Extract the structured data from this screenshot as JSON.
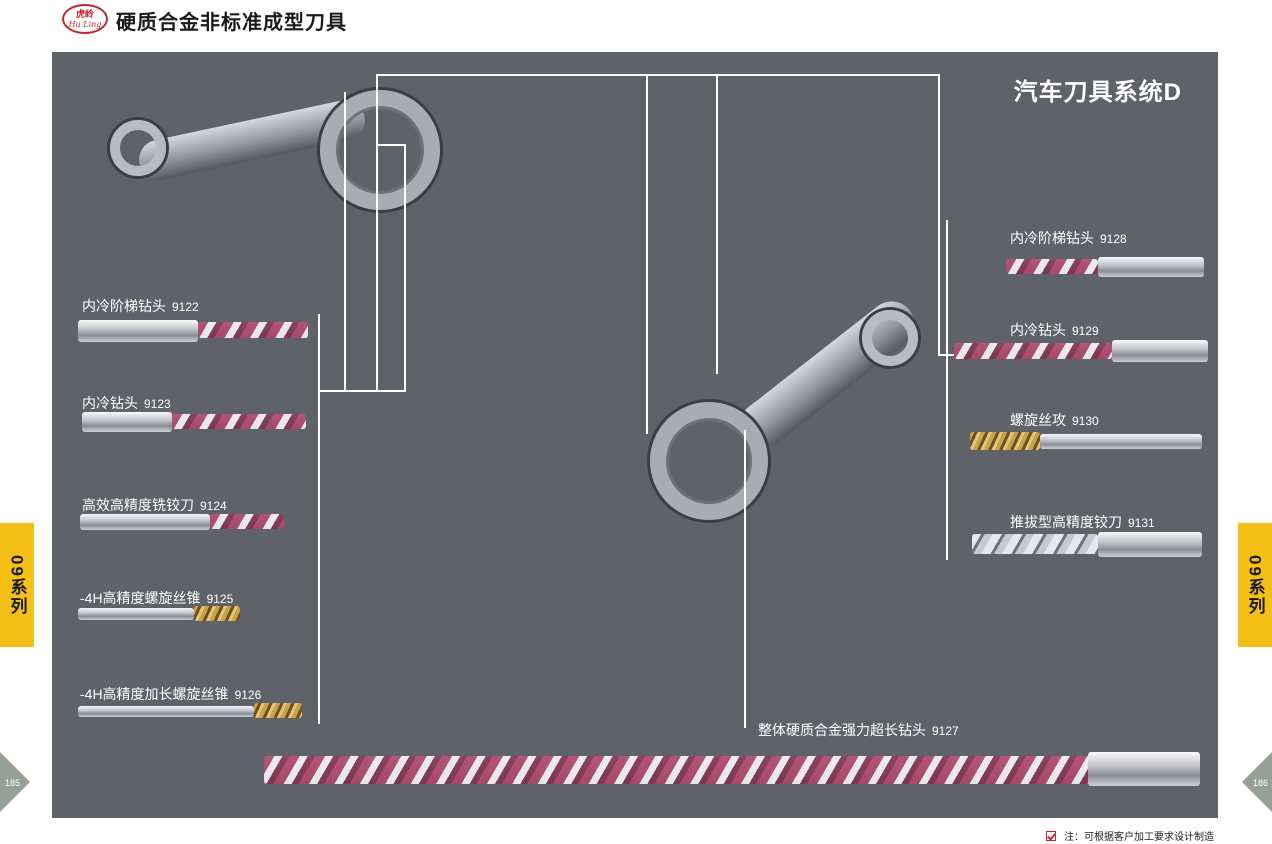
{
  "header": {
    "logo_line1": "虎岭",
    "logo_line2": "Hu Ling",
    "title": "硬质合金非标准成型刀具"
  },
  "panel": {
    "title": "汽车刀具系统D"
  },
  "tools_left": [
    {
      "name": "内冷阶梯钻头",
      "code": "9122"
    },
    {
      "name": "内冷钻头",
      "code": "9123"
    },
    {
      "name": "高效高精度铣铰刀",
      "code": "9124"
    },
    {
      "name": "-4H高精度螺旋丝锥",
      "code": "9125"
    },
    {
      "name": "-4H高精度加长螺旋丝锥",
      "code": "9126"
    }
  ],
  "tools_right": [
    {
      "name": "内冷阶梯钻头",
      "code": "9128"
    },
    {
      "name": "内冷钻头",
      "code": "9129"
    },
    {
      "name": "螺旋丝攻",
      "code": "9130"
    },
    {
      "name": "推拔型高精度铰刀",
      "code": "9131"
    }
  ],
  "tool_bottom": {
    "name": "整体硬质合金强力超长钻头",
    "code": "9127"
  },
  "side_tab": "09系列",
  "page_left": "185",
  "page_right": "186",
  "footer_note": "注：可根据客户加工要求设计制造",
  "colors": {
    "panel_bg": "#5f6369",
    "tab_yellow": "#f4c016",
    "logo_red": "#c0282d"
  }
}
